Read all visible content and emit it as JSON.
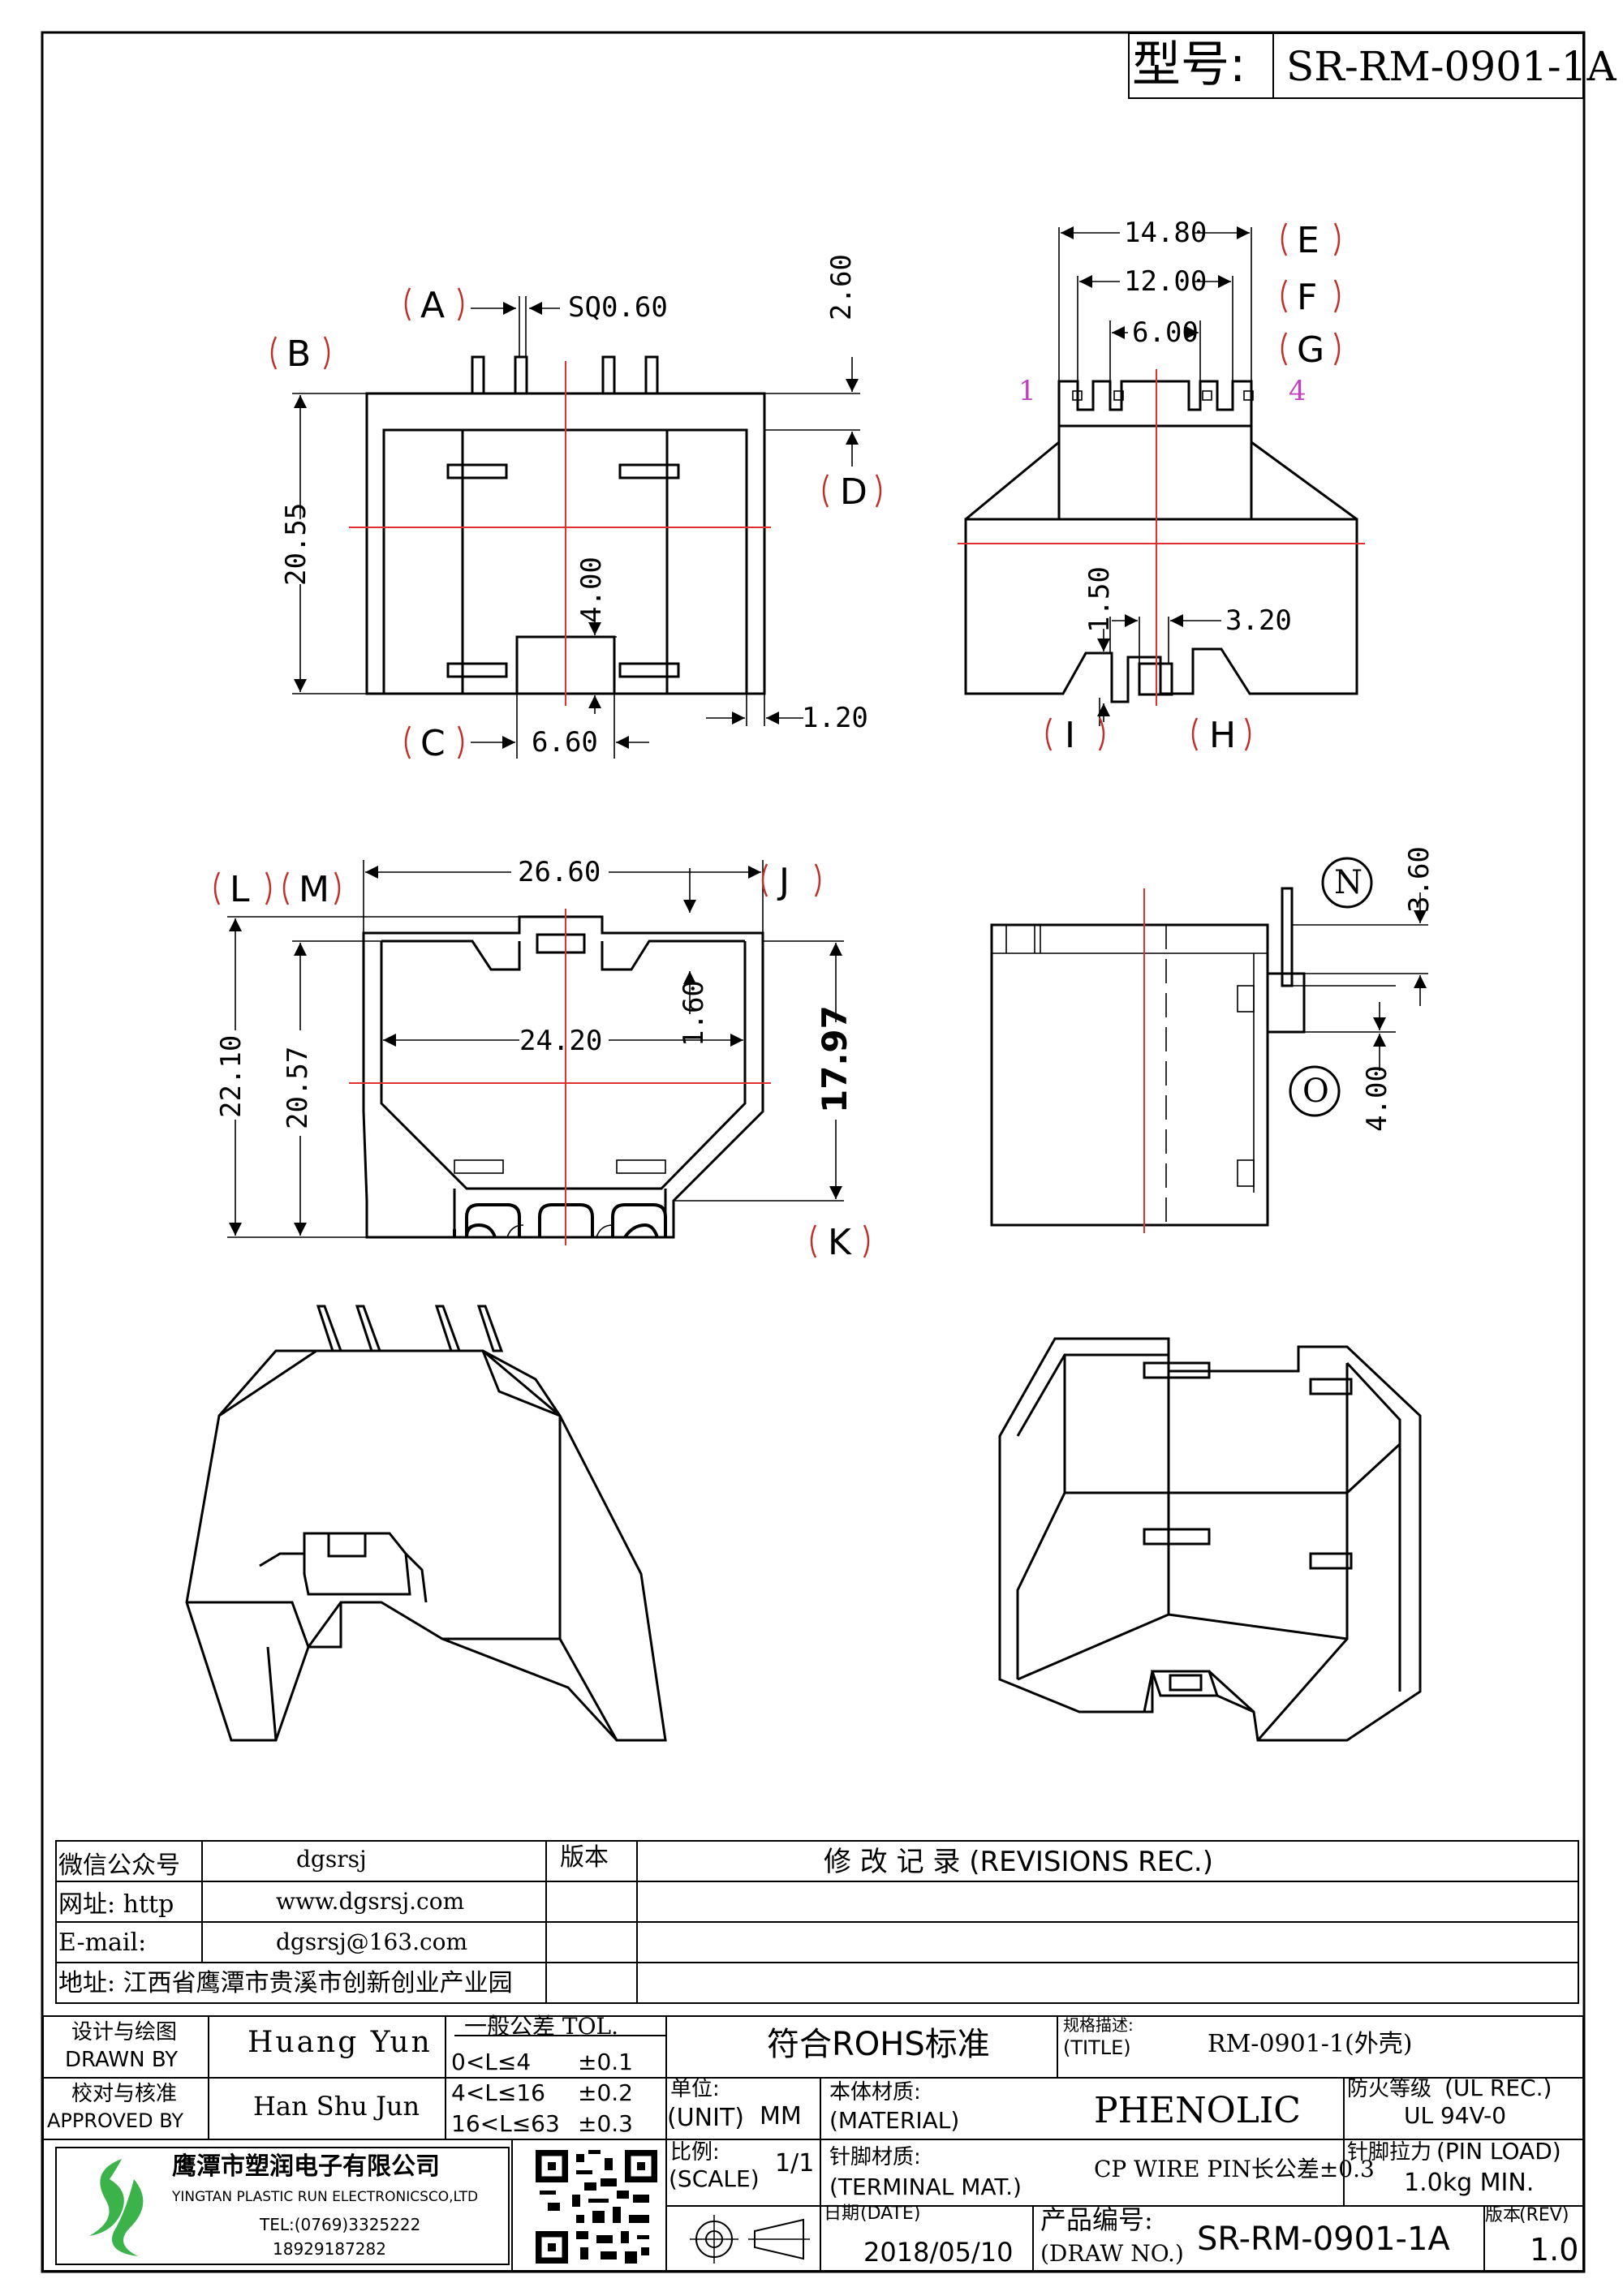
{
  "title_block": {
    "model_label": "型号:",
    "model_value": "SR-RM-0901-1A"
  },
  "views": {
    "top_left": {
      "labels": {
        "A": "A",
        "B": "B",
        "C": "C",
        "D": "D"
      },
      "dims": {
        "sq": "SQ0.60",
        "h1": "2.60",
        "height": "20.55",
        "slot": "4.00",
        "w": "6.60",
        "t": "1.20"
      }
    },
    "top_right": {
      "labels": {
        "E": "E",
        "F": "F",
        "G": "G",
        "H": "H",
        "I": "I"
      },
      "pins": {
        "first": "1",
        "last": "4"
      },
      "dims": {
        "w1": "14.80",
        "w2": "12.00",
        "w3": "6.00",
        "d1": "1.50",
        "d2": "3.20"
      }
    },
    "mid_left": {
      "labels": {
        "L": "L",
        "M": "M",
        "J": "J",
        "K": "K"
      },
      "dims": {
        "w_out": "26.60",
        "w_in": "24.20",
        "h_out": "22.10",
        "h_in": "20.57",
        "h_bold": "17.97",
        "notch": "1.60"
      }
    },
    "mid_right": {
      "labels": {
        "N": "N",
        "O": "O"
      },
      "dims": {
        "pin": "3.60",
        "pin2": "4.00"
      }
    }
  },
  "info_table": {
    "rows": [
      {
        "label": "微信公众号",
        "value": "dgsrsj"
      },
      {
        "label": "网址: http",
        "value": "www.dgsrsj.com"
      },
      {
        "label": "E-mail:",
        "value": "dgsrsj@163.com"
      },
      {
        "label": "地址: 江西省鹰潭市贵溪市创新创业产业园",
        "value": ""
      }
    ],
    "rev_header": "版本",
    "revisions_header": "修 改 记 录 (REVISIONS REC.)"
  },
  "bottom": {
    "design_cn": "设计与绘图",
    "design_en": "DRAWN BY",
    "designer": "Huang Yun",
    "check_cn": "校对与核准",
    "check_en": "APPROVED BY",
    "checker": "Han Shu Jun",
    "tol_title": "一般公差 TOL.",
    "tol_rows": [
      {
        "range": "0<L≤4",
        "val": "±0.1"
      },
      {
        "range": "4<L≤16",
        "val": "±0.2"
      },
      {
        "range": "16<L≤63",
        "val": "±0.3"
      }
    ],
    "rohs": "符合ROHS标准",
    "title_cn": "规格描述:",
    "title_en": "(TITLE)",
    "title_value": "RM-0901-1(外壳)",
    "unit_cn": "单位:",
    "unit_en": "(UNIT)",
    "unit_value": "MM",
    "material_cn": "本体材质:",
    "material_en": "(MATERIAL)",
    "material_value": "PHENOLIC",
    "ul_cn": "防火等级",
    "ul_en": "(UL REC.)",
    "ul_value": "UL 94V-0",
    "company_cn": "鹰潭市塑润电子有限公司",
    "company_en": "YINGTAN PLASTIC RUN ELECTRONICSCO,LTD",
    "tel": "TEL:(0769)3325222",
    "phone": "18929187282",
    "scale_cn": "比例:",
    "scale_en": "(SCALE)",
    "scale_value": "1/1",
    "terminal_cn": "针脚材质:",
    "terminal_en": "(TERMINAL MAT.)",
    "terminal_value": "CP WIRE  PIN长公差±0.3",
    "pinload_cn": "针脚拉力",
    "pinload_en": "(PIN LOAD)",
    "pinload_value": "1.0kg MIN.",
    "date_cn": "日期",
    "date_en": "(DATE)",
    "date_value": "2018/05/10",
    "drawno_cn": "产品编号:",
    "drawno_en": "(DRAW NO.)",
    "drawno_value": "SR-RM-0901-1A",
    "rev_cn": "版本",
    "rev_en": "(REV)",
    "rev_value": "1.0"
  },
  "colors": {
    "line": "#000000",
    "center": "#e03030",
    "pin_label": "#c040c0",
    "logo": "#3cb34a"
  }
}
